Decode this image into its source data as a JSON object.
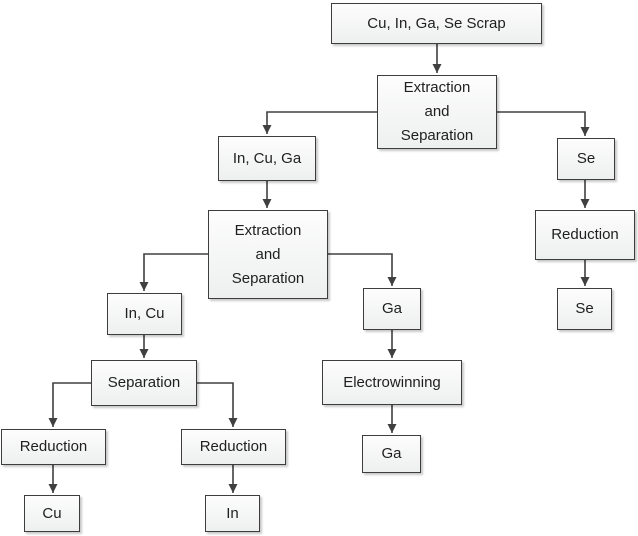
{
  "diagram_type": "flowchart",
  "colors": {
    "box_border": "#3d3d3d",
    "box_fill_top": "#fdfdfd",
    "box_fill_bottom": "#eeefef",
    "connector": "#404040",
    "text": "#1f1f1f",
    "background": "#ffffff"
  },
  "nodes": {
    "scrap": "Cu, In, Ga, Se Scrap",
    "extraction_separation_1": "Extraction\nand\nSeparation",
    "in_cu_ga": "In, Cu, Ga",
    "se_1": "Se",
    "extraction_separation_2": "Extraction\nand\nSeparation",
    "reduction_se": "Reduction",
    "in_cu": "In, Cu",
    "ga_1": "Ga",
    "se_2": "Se",
    "separation": "Separation",
    "electrowinning": "Electrowinning",
    "reduction_cu": "Reduction",
    "reduction_in": "Reduction",
    "ga_2": "Ga",
    "cu": "Cu",
    "in": "In"
  },
  "edges": [
    {
      "from": "scrap",
      "to": "extraction_separation_1"
    },
    {
      "from": "extraction_separation_1",
      "to": "in_cu_ga"
    },
    {
      "from": "extraction_separation_1",
      "to": "se_1"
    },
    {
      "from": "in_cu_ga",
      "to": "extraction_separation_2"
    },
    {
      "from": "extraction_separation_2",
      "to": "in_cu"
    },
    {
      "from": "extraction_separation_2",
      "to": "ga_1"
    },
    {
      "from": "in_cu",
      "to": "separation"
    },
    {
      "from": "separation",
      "to": "reduction_cu"
    },
    {
      "from": "separation",
      "to": "reduction_in"
    },
    {
      "from": "reduction_cu",
      "to": "cu"
    },
    {
      "from": "reduction_in",
      "to": "in"
    },
    {
      "from": "ga_1",
      "to": "electrowinning"
    },
    {
      "from": "electrowinning",
      "to": "ga_2"
    },
    {
      "from": "se_1",
      "to": "reduction_se"
    },
    {
      "from": "reduction_se",
      "to": "se_2"
    }
  ]
}
